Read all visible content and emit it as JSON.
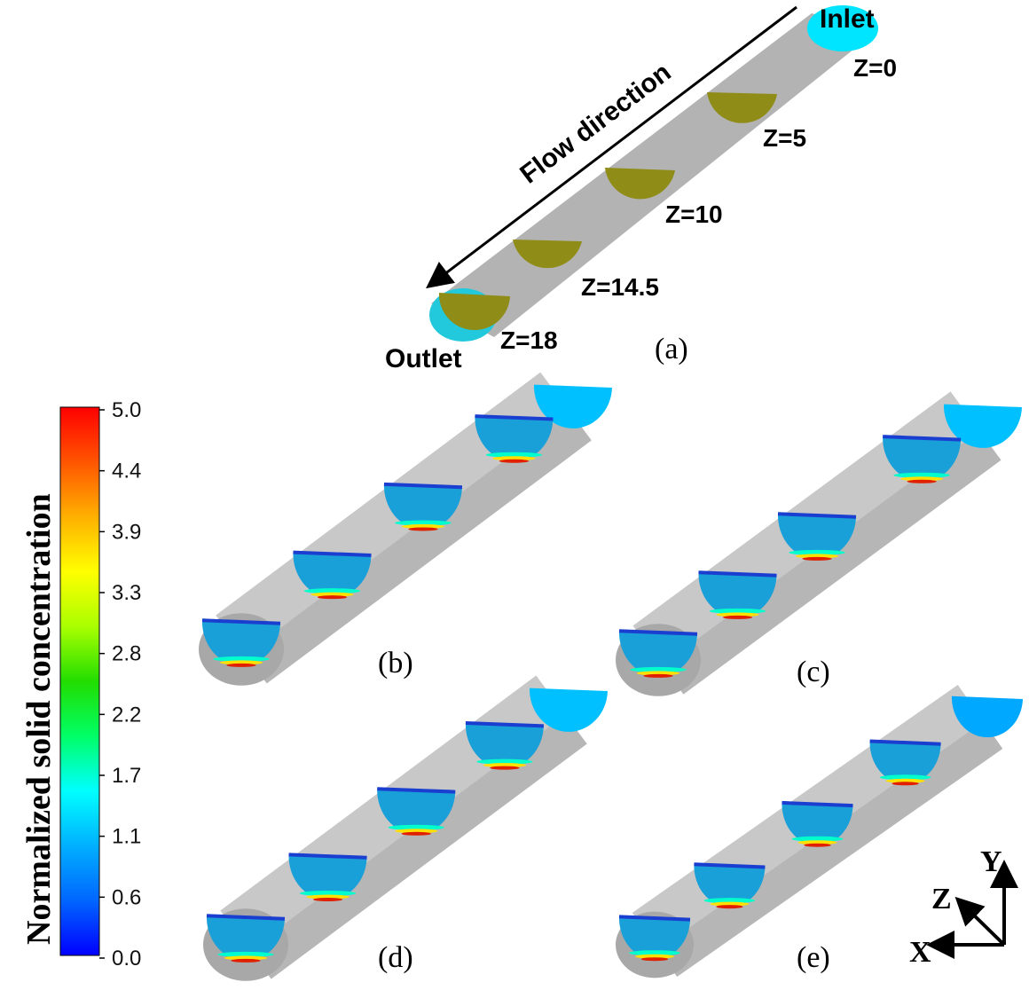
{
  "schematic": {
    "flow_label": "Flow direction",
    "inlet_label": "Inlet",
    "outlet_label": "Outlet",
    "z_labels": [
      "Z=0",
      "Z=5",
      "Z=10",
      "Z=14.5",
      "Z=18"
    ],
    "panel_label": "(a)"
  },
  "colorbar": {
    "title": "Normalized solid concentration",
    "ticks": [
      "5.0",
      "4.4",
      "3.9",
      "3.3",
      "2.8",
      "2.2",
      "1.7",
      "1.1",
      "0.6",
      "0.0"
    ],
    "min": 0.0,
    "max": 5.0,
    "colors": [
      "#0000ff",
      "#0066ff",
      "#00b0ff",
      "#00ffff",
      "#00ff66",
      "#22dd00",
      "#aaff00",
      "#ffff00",
      "#ffb000",
      "#ff5500",
      "#ff0000"
    ]
  },
  "panels": [
    {
      "label": "(b)"
    },
    {
      "label": "(c)"
    },
    {
      "label": "(d)"
    },
    {
      "label": "(e)"
    }
  ],
  "axes_triad": {
    "x": "X",
    "y": "Y",
    "z": "Z"
  },
  "colors": {
    "pipe": "#c8c8c8",
    "pipe_shadow": "#a8a8a8",
    "slice_fill": "#1aa0d8",
    "inlet_cyan": "#00e5ff",
    "inlet_blue": "#00bfff",
    "schematic_slice": "#8f8c17",
    "schematic_pipe": "#b3b3b3"
  }
}
